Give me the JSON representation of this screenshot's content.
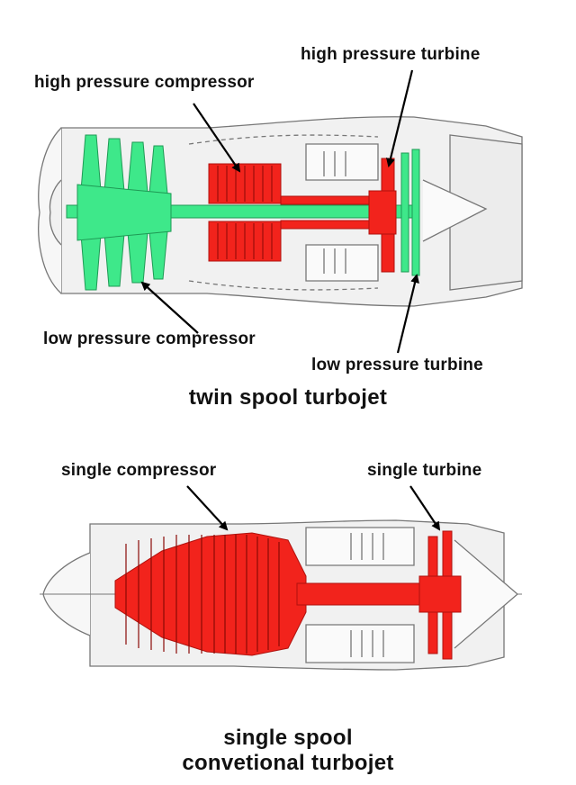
{
  "twin_spool": {
    "caption": "twin spool turbojet",
    "labels": {
      "high_pressure_turbine": "high pressure turbine",
      "high_pressure_compressor": "high pressure compressor",
      "low_pressure_compressor": "low pressure compressor",
      "low_pressure_turbine": "low pressure turbine"
    }
  },
  "single_spool": {
    "caption_line1": "single spool",
    "caption_line2": "convetional turbojet",
    "labels": {
      "single_compressor": "single compressor",
      "single_turbine": "single turbine"
    }
  },
  "colors": {
    "low_pressure_spool": "#3ee88a",
    "high_pressure_spool": "#f2231c",
    "casing_fill": "#f1f1f1",
    "outline": "#777777",
    "text": "#111111"
  }
}
